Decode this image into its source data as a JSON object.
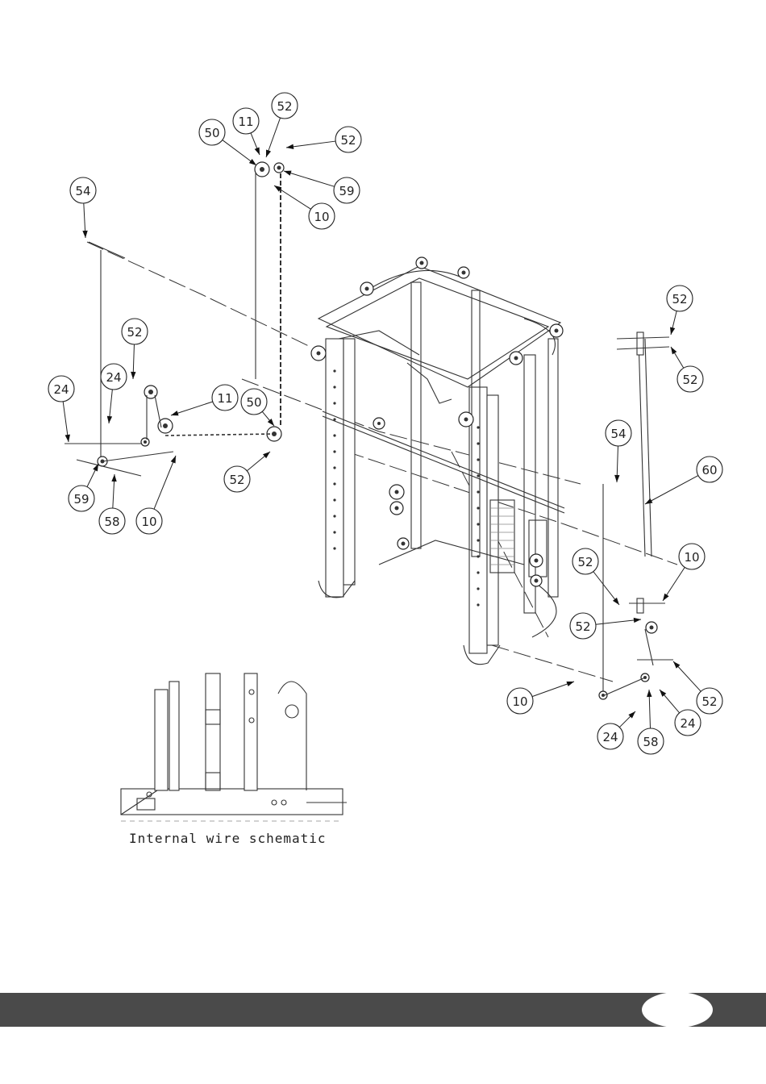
{
  "caption": "Internal wire schematic",
  "callouts": [
    {
      "id": "c1",
      "label": "52"
    },
    {
      "id": "c2",
      "label": "11"
    },
    {
      "id": "c3",
      "label": "50"
    },
    {
      "id": "c4",
      "label": "52"
    },
    {
      "id": "c5",
      "label": "59"
    },
    {
      "id": "c6",
      "label": "10"
    },
    {
      "id": "c7",
      "label": "54"
    },
    {
      "id": "c8",
      "label": "52"
    },
    {
      "id": "c9",
      "label": "24"
    },
    {
      "id": "c10",
      "label": "24"
    },
    {
      "id": "c11",
      "label": "11"
    },
    {
      "id": "c12",
      "label": "50"
    },
    {
      "id": "c13",
      "label": "52"
    },
    {
      "id": "c14",
      "label": "59"
    },
    {
      "id": "c15",
      "label": "58"
    },
    {
      "id": "c16",
      "label": "10"
    },
    {
      "id": "c17",
      "label": "52"
    },
    {
      "id": "c18",
      "label": "52"
    },
    {
      "id": "c19",
      "label": "54"
    },
    {
      "id": "c20",
      "label": "60"
    },
    {
      "id": "c21",
      "label": "10"
    },
    {
      "id": "c22",
      "label": "52"
    },
    {
      "id": "c23",
      "label": "52"
    },
    {
      "id": "c24",
      "label": "52"
    },
    {
      "id": "c25",
      "label": "10"
    },
    {
      "id": "c26",
      "label": "24"
    },
    {
      "id": "c27",
      "label": "24"
    },
    {
      "id": "c28",
      "label": "58"
    }
  ],
  "colors": {
    "footer": "#4a4a4a",
    "line": "#222222"
  }
}
